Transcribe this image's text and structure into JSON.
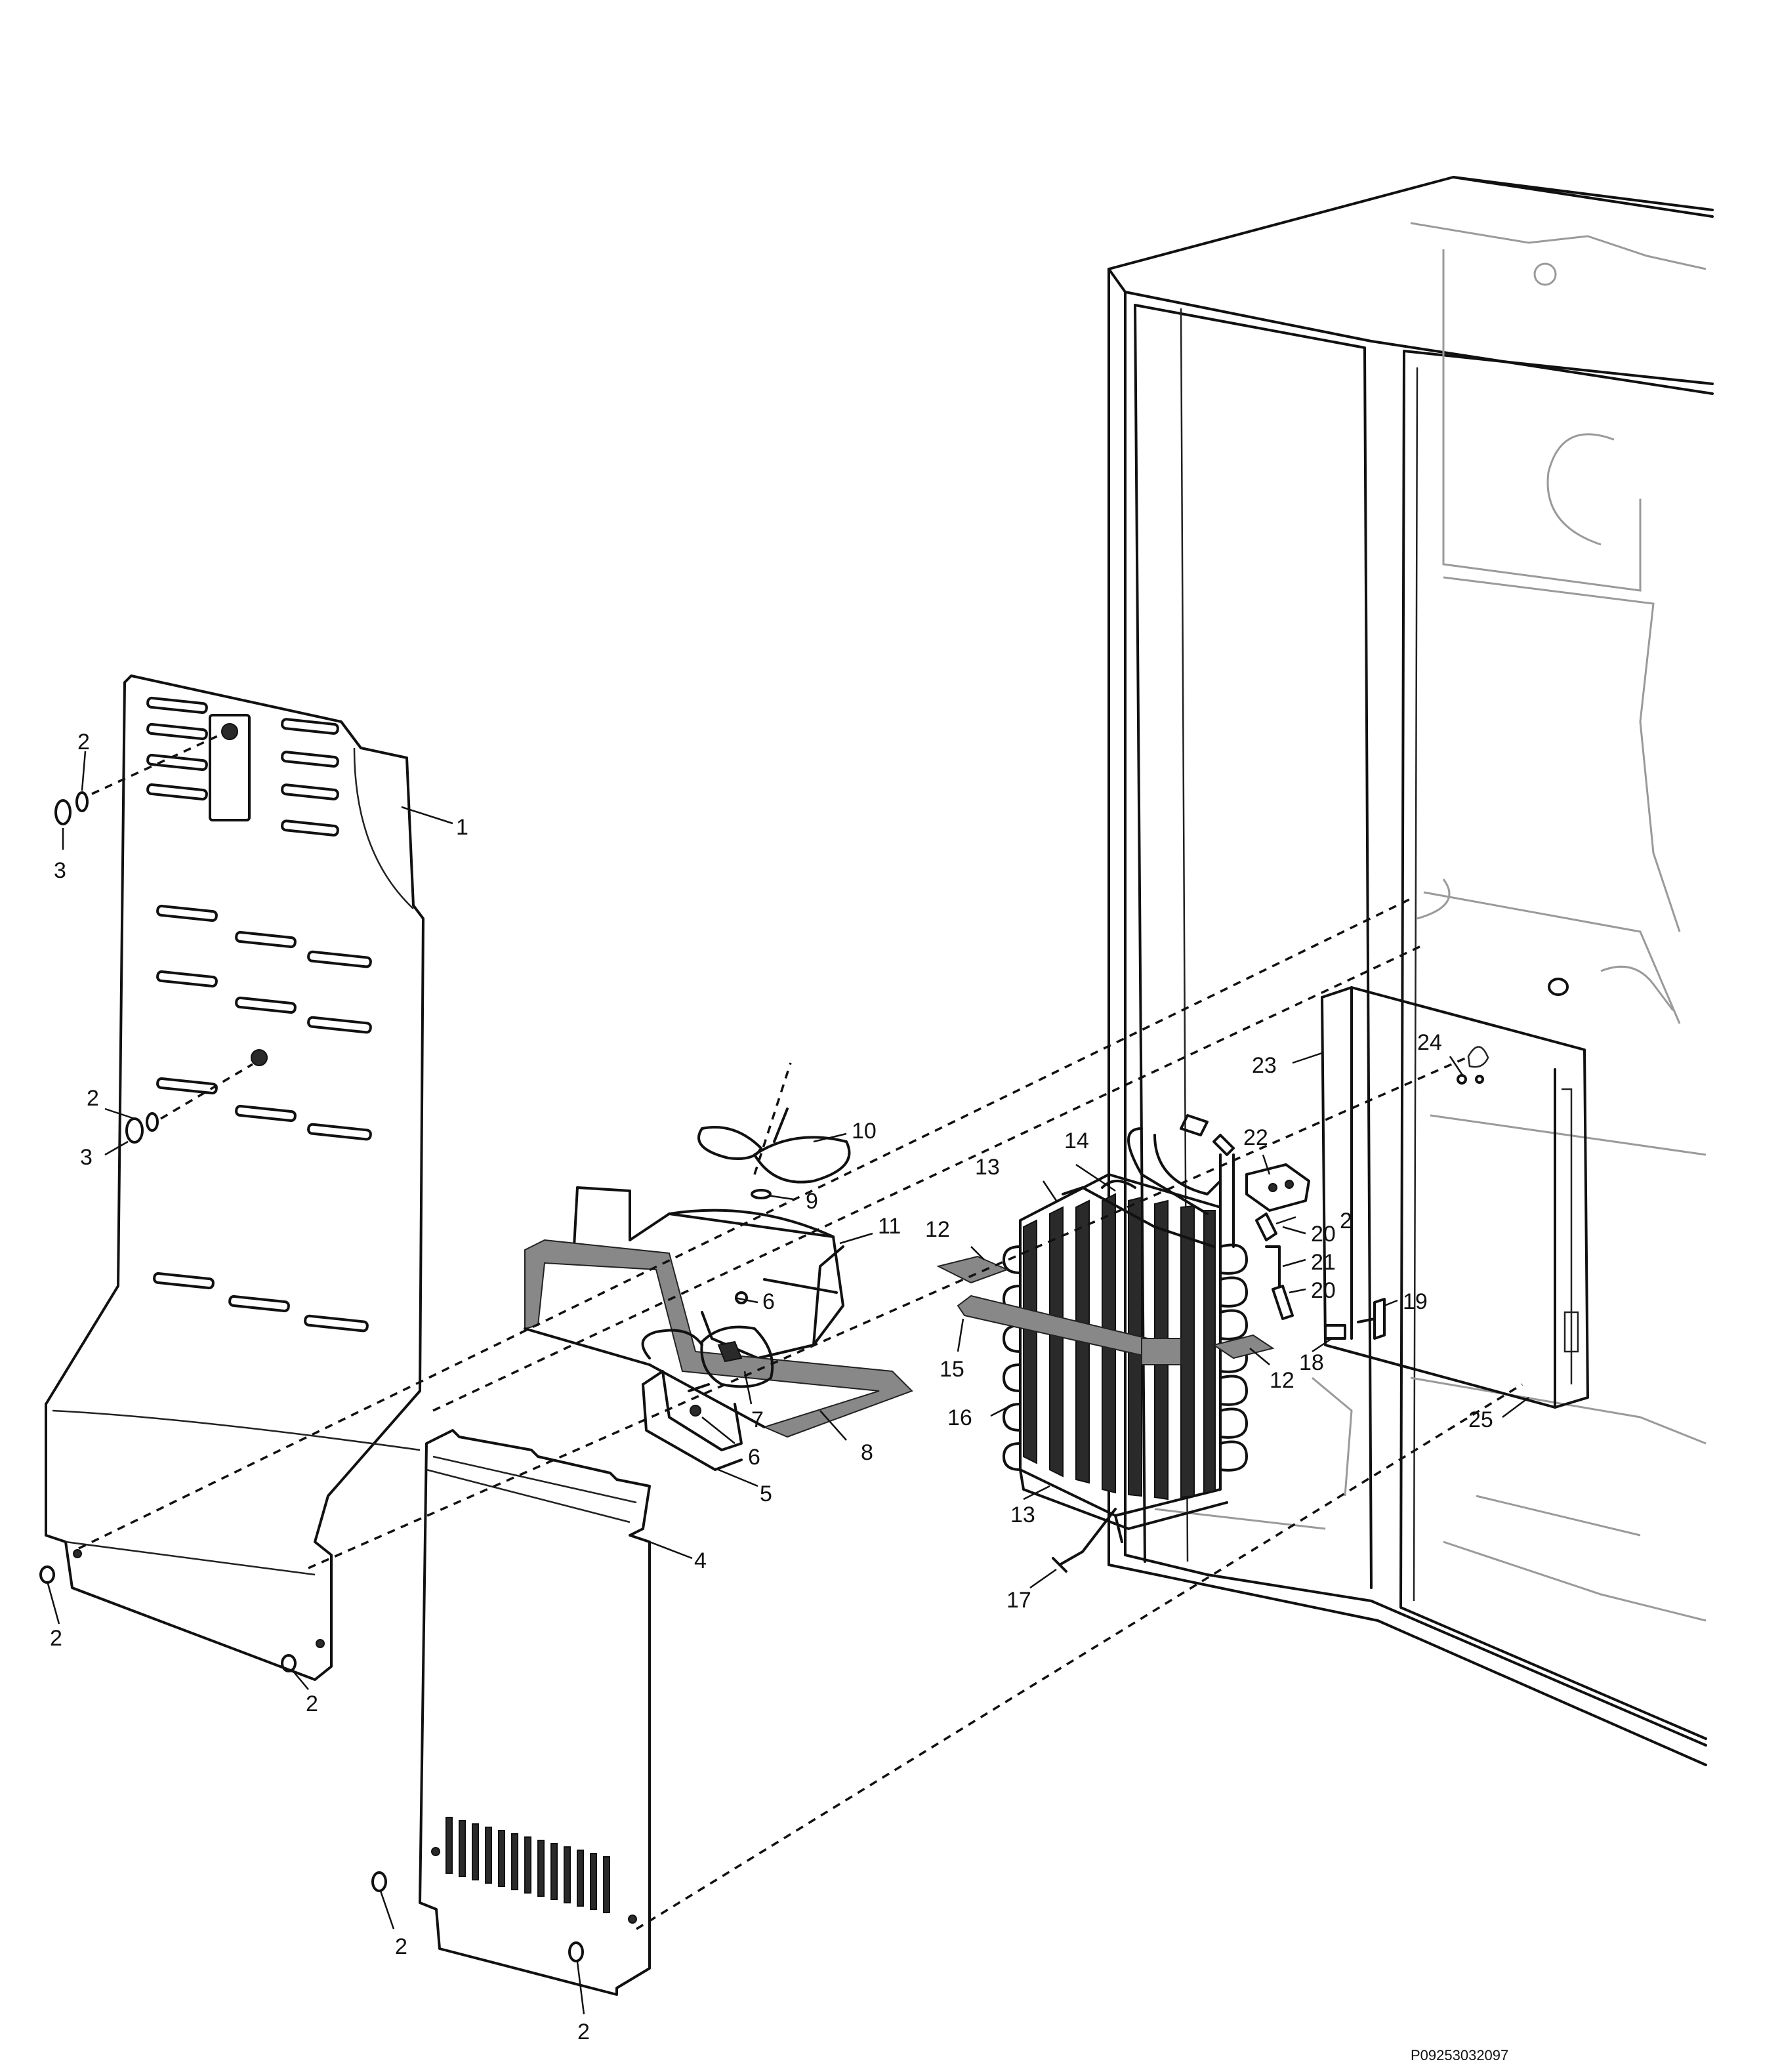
{
  "diagram_code": "P09253032097",
  "callouts": [
    {
      "id": "c1",
      "text": "1"
    },
    {
      "id": "c2a",
      "text": "2"
    },
    {
      "id": "c3a",
      "text": "3"
    },
    {
      "id": "c2b",
      "text": "2"
    },
    {
      "id": "c3b",
      "text": "3"
    },
    {
      "id": "c2c",
      "text": "2"
    },
    {
      "id": "c2d",
      "text": "2"
    },
    {
      "id": "c2e",
      "text": "2"
    },
    {
      "id": "c2f",
      "text": "2"
    },
    {
      "id": "c2g",
      "text": "2"
    },
    {
      "id": "c4",
      "text": "4"
    },
    {
      "id": "c5",
      "text": "5"
    },
    {
      "id": "c6a",
      "text": "6"
    },
    {
      "id": "c6b",
      "text": "6"
    },
    {
      "id": "c7",
      "text": "7"
    },
    {
      "id": "c8",
      "text": "8"
    },
    {
      "id": "c9",
      "text": "9"
    },
    {
      "id": "c10",
      "text": "10"
    },
    {
      "id": "c11",
      "text": "11"
    },
    {
      "id": "c12a",
      "text": "12"
    },
    {
      "id": "c12b",
      "text": "12"
    },
    {
      "id": "c13a",
      "text": "13"
    },
    {
      "id": "c13b",
      "text": "13"
    },
    {
      "id": "c14",
      "text": "14"
    },
    {
      "id": "c15",
      "text": "15"
    },
    {
      "id": "c16",
      "text": "16"
    },
    {
      "id": "c17",
      "text": "17"
    },
    {
      "id": "c18",
      "text": "18"
    },
    {
      "id": "c19",
      "text": "19"
    },
    {
      "id": "c20a",
      "text": "20"
    },
    {
      "id": "c20b",
      "text": "20"
    },
    {
      "id": "c21",
      "text": "21"
    },
    {
      "id": "c22",
      "text": "22"
    },
    {
      "id": "c23",
      "text": "23"
    },
    {
      "id": "c24",
      "text": "24"
    },
    {
      "id": "c25",
      "text": "25"
    }
  ]
}
